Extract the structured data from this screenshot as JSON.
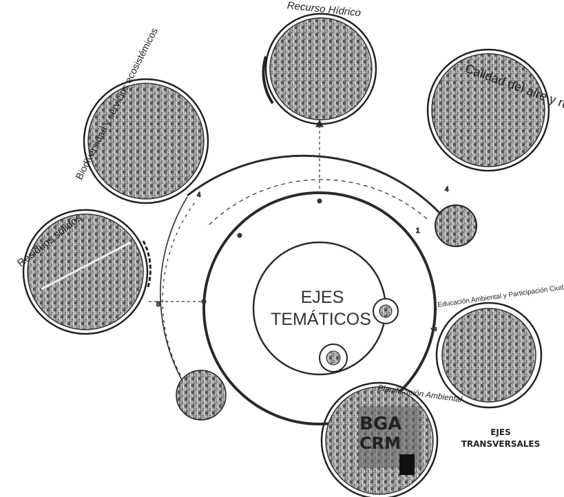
{
  "center": {
    "line1": "EJES",
    "line2": "TEMÁTICOS"
  },
  "themes": {
    "recurso_hidrico": "Recurso Hídrico",
    "calidad_aire": "Calidad del aire y ruido",
    "biodiversidad": "Biodiversidad y servicios ecosistémicos",
    "residuos": "Residuos sólidos",
    "educacion": "Educación Ambiental y Participación Ciudadana",
    "planificacion": "Planificación Ambiental"
  },
  "transversal": {
    "line1": "EJES",
    "line2": "TRANSVERSALES"
  },
  "logo_text": {
    "top": "BGA",
    "bottom": "CRM"
  },
  "colors": {
    "ink": "#2a2a2a",
    "photo_fill": "#9a9a9a",
    "background": "#ffffff"
  }
}
